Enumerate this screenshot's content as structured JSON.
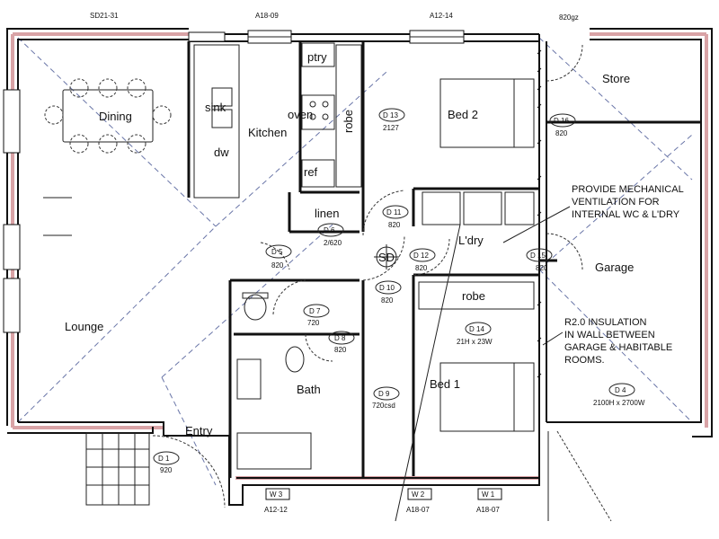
{
  "top_labels": {
    "left": "SD21-31",
    "mid1": "A18-09",
    "mid2": "A12-14",
    "right": "820gz"
  },
  "rooms": {
    "dining": "Dining",
    "kitchen": "Kitchen",
    "lounge": "Lounge",
    "entry": "Entry",
    "bath": "Bath",
    "bed1": "Bed 1",
    "bed2": "Bed 2",
    "store": "Store",
    "garage": "Garage",
    "laundry": "L'dry",
    "linen": "linen"
  },
  "fixtures": {
    "sink": "sink",
    "dw": "dw",
    "oven": "oven",
    "ptry": "ptry",
    "ref": "ref",
    "robe_upper": "robe",
    "robe_lower": "robe",
    "sd": "SD"
  },
  "doors": [
    {
      "tag": "D 1",
      "size": "920"
    },
    {
      "tag": "D 4",
      "size": "2100H x 2700W"
    },
    {
      "tag": "D 5",
      "size": "820"
    },
    {
      "tag": "D 6",
      "size": "2/620"
    },
    {
      "tag": "D 7",
      "size": "720"
    },
    {
      "tag": "D 8",
      "size": "820"
    },
    {
      "tag": "D 9",
      "size": "720csd"
    },
    {
      "tag": "D 10",
      "size": "820"
    },
    {
      "tag": "D 11",
      "size": "820"
    },
    {
      "tag": "D 12",
      "size": "820"
    },
    {
      "tag": "D 13",
      "size": "2127"
    },
    {
      "tag": "D 14",
      "size": "21H x 23W"
    },
    {
      "tag": "D 15",
      "size": "820"
    },
    {
      "tag": "D 16",
      "size": "820"
    }
  ],
  "windows": [
    {
      "tag": "W 3",
      "size": "A12-12"
    },
    {
      "tag": "W 2",
      "size": "A18-07"
    },
    {
      "tag": "W 1",
      "size": "A18-07"
    }
  ],
  "notes": {
    "ventilation": [
      "PROVIDE MECHANICAL",
      "VENTILATION FOR",
      "INTERNAL WC & L'DRY"
    ],
    "insulation": [
      "R2.0 INSULATION",
      "IN WALL BETWEEN",
      "GARAGE & HABITABLE",
      "ROOMS."
    ]
  }
}
